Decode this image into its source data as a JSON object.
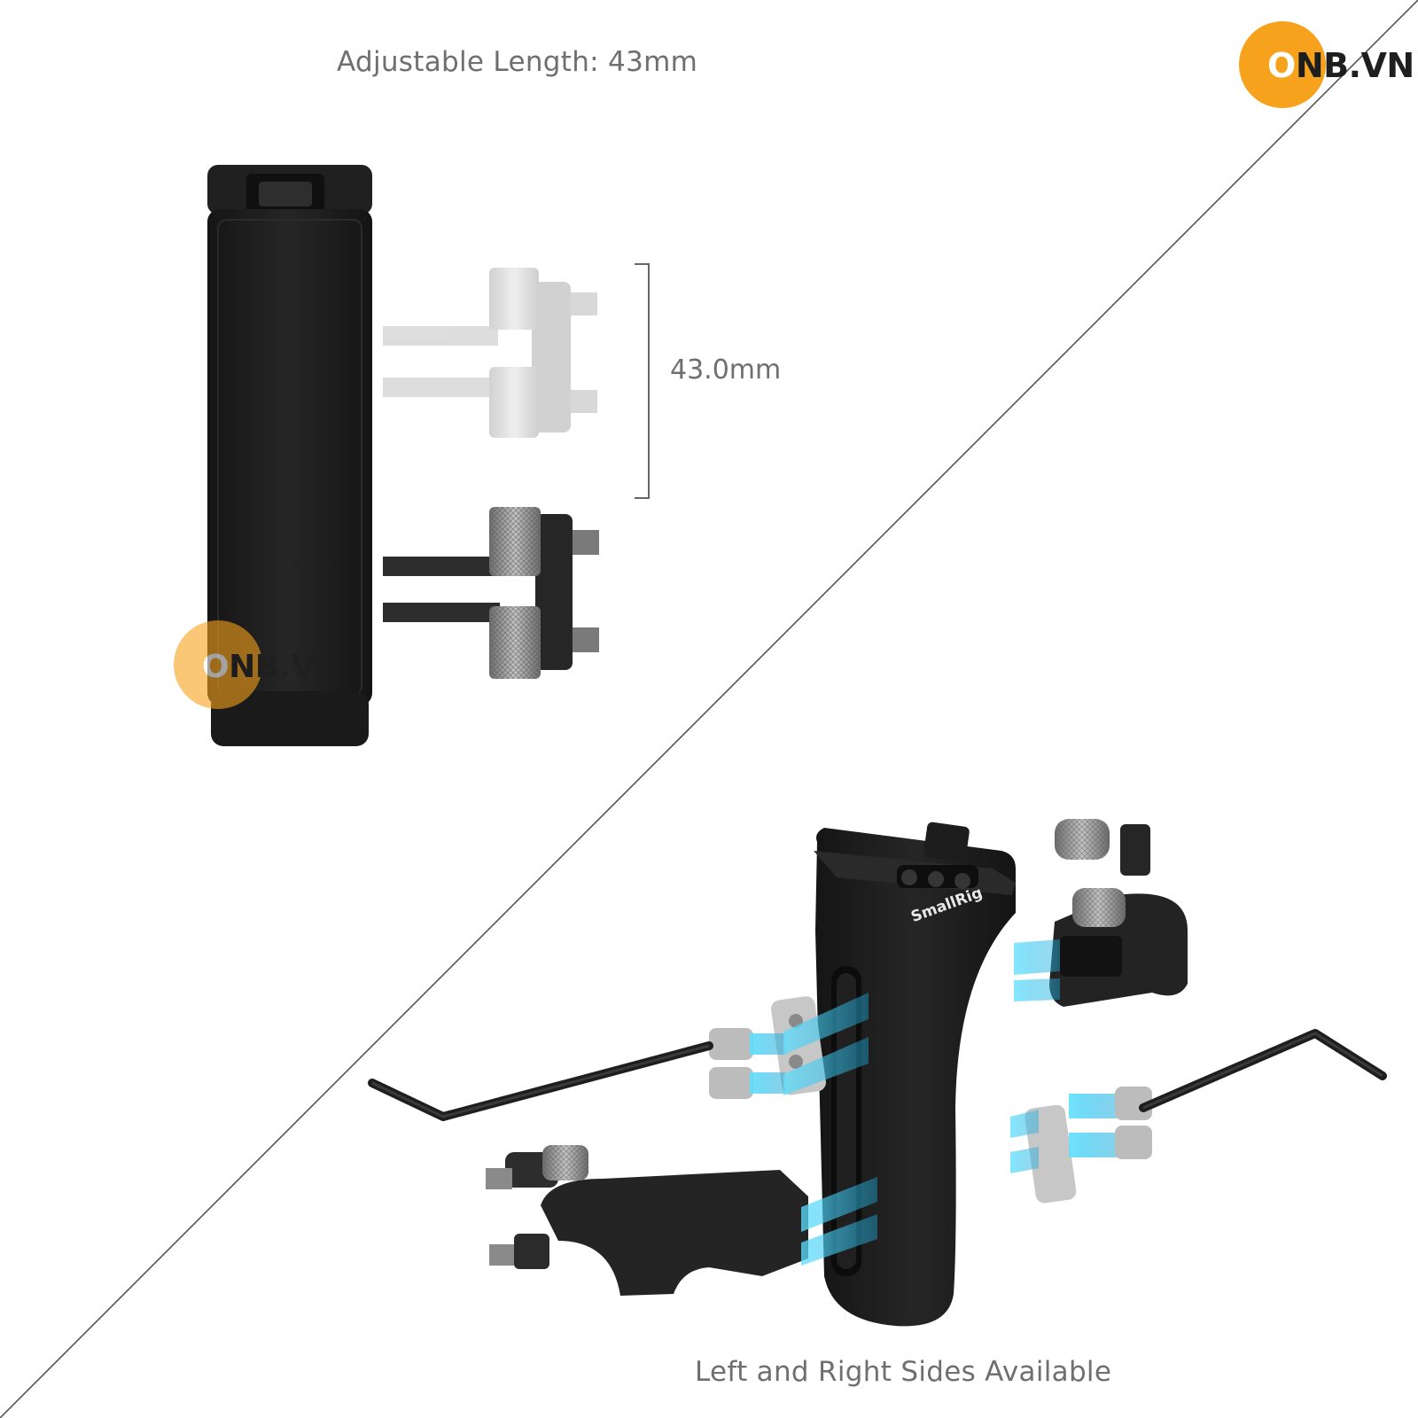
{
  "captions": {
    "top": "Adjustable Length: 43mm",
    "bottom": "Left and Right Sides Available",
    "dimension": "43.0mm"
  },
  "logo": {
    "o": "O",
    "rest": "NB.VN",
    "color": "#f6a21c"
  },
  "product": {
    "brand_engraving": "SmallRig"
  },
  "colors": {
    "grip": "#1c1c1c",
    "metal": "#2a2a2a",
    "knurl": "#9a9a9a",
    "ghost": "#d0d0d0",
    "beam": "#27c6ef",
    "divider": "#555555",
    "text": "#6f6f6f"
  }
}
